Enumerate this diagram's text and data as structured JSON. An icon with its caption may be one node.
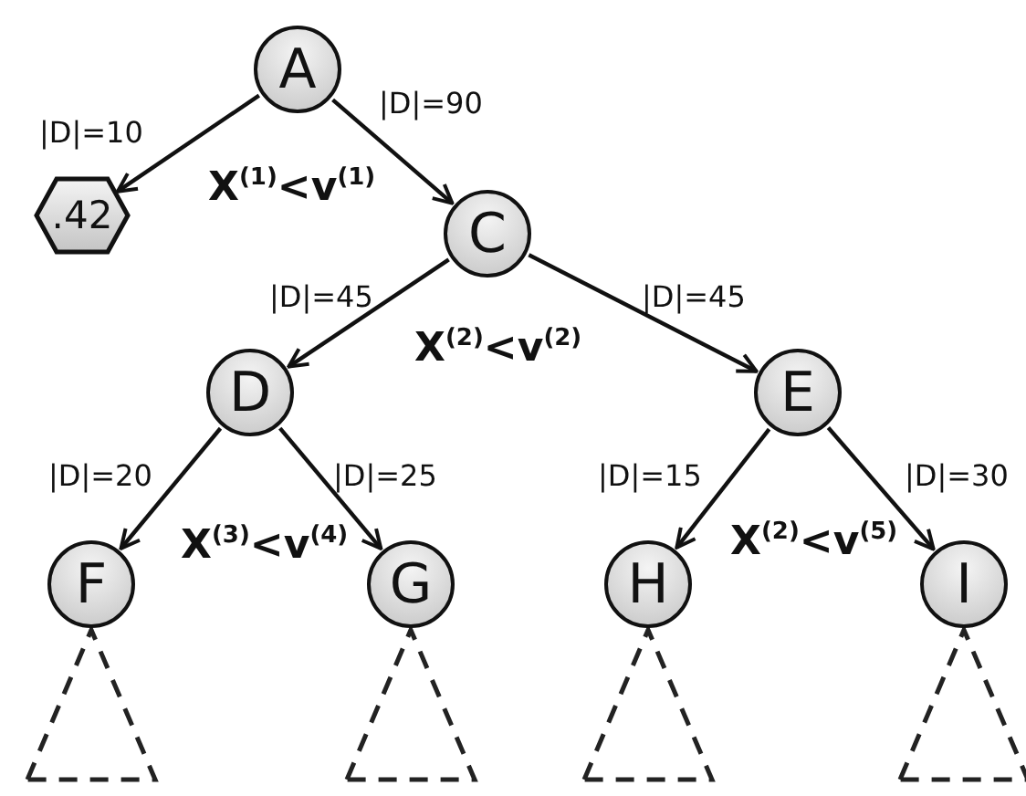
{
  "diagram": {
    "nodes": [
      {
        "text": [
          "A"
        ]
      },
      {
        "text": [
          ".42"
        ]
      },
      {
        "text": [
          "C"
        ]
      },
      {
        "text": [
          "D"
        ]
      },
      {
        "text": [
          "E"
        ]
      },
      {
        "text": [
          "F"
        ]
      },
      {
        "text": [
          "G"
        ]
      },
      {
        "text": [
          "H"
        ]
      },
      {
        "text": [
          "I"
        ]
      },
      {
        "text": [],
        "shape": "triangle"
      },
      {
        "text": [],
        "shape": "triangle"
      },
      {
        "text": [],
        "shape": "triangle"
      },
      {
        "text": [],
        "shape": "triangle"
      }
    ],
    "edges": [
      {
        "from": 0,
        "to": 1,
        "arrow": "to",
        "label": "|D|=10"
      },
      {
        "from": 0,
        "to": 2,
        "arrow": "to",
        "label": "|D|=90"
      },
      {
        "from": 2,
        "to": 3,
        "arrow": "to",
        "label": "|D|=45"
      },
      {
        "from": 2,
        "to": 4,
        "arrow": "to",
        "label": "|D|=45"
      },
      {
        "from": 3,
        "to": 5,
        "arrow": "to",
        "label": "|D|=20"
      },
      {
        "from": 3,
        "to": 6,
        "arrow": "to",
        "label": "|D|=25"
      },
      {
        "from": 4,
        "to": 7,
        "arrow": "to",
        "label": "|D|=15"
      },
      {
        "from": 4,
        "to": 8,
        "arrow": "to",
        "label": "|D|=30"
      }
    ],
    "labels": [
      "X$^{(1)}$<v$^{(1)}$",
      "X$^{(2)}$<v$^{(2)}$",
      "X$^{(3)}$<v$^{(4)}$",
      "X$^{(2)}$<v$^{(5)}$"
    ]
  }
}
